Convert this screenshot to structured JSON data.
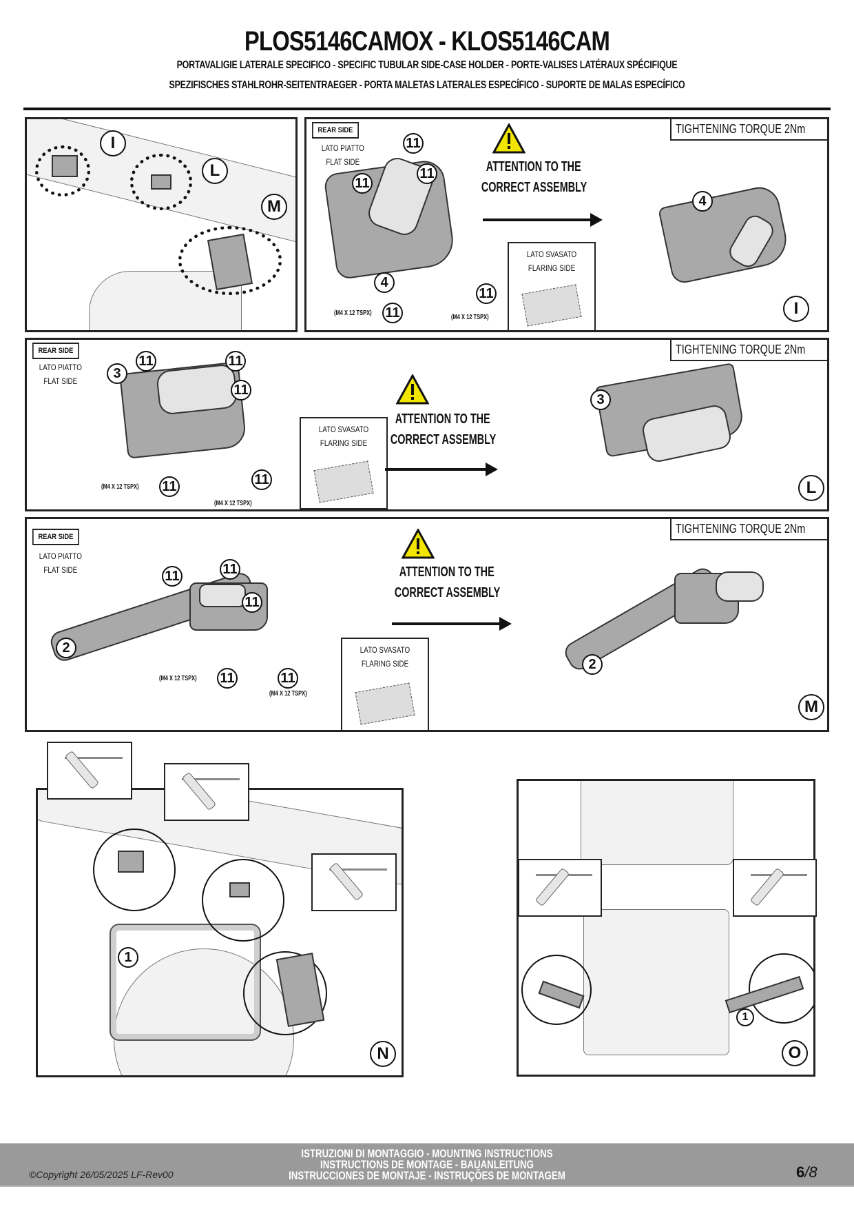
{
  "header": {
    "title": "PLOS5146CAMOX - KLOS5146CAM",
    "subtitle_line1": "PORTAVALIGIE LATERALE SPECIFICO  -  SPECIFIC TUBULAR SIDE-CASE HOLDER  - PORTE-VALISES LATÉRAUX SPÉCIFIQUE",
    "subtitle_line2": "SPEZIFISCHES STAHLROHR-SEITENTRAEGER - PORTA MALETAS LATERALES ESPECÍFICO - SUPORTE DE MALAS ESPECÍFICO"
  },
  "overview": {
    "markers": [
      "I",
      "L",
      "M"
    ]
  },
  "steps": [
    {
      "id": "I",
      "rear_side": "REAR SIDE",
      "flat_side_it": "LATO PIATTO",
      "flat_side_en": "FLAT SIDE",
      "flaring_side_it": "LATO SVASATO",
      "flaring_side_en": "FLARING SIDE",
      "part_number": "4",
      "fastener_number": "11",
      "bolt_spec": "(M4 X 12 TSPX)",
      "warning_line1": "ATTENTION TO THE",
      "warning_line2": "CORRECT ASSEMBLY",
      "torque": "TIGHTENING TORQUE 2Nm"
    },
    {
      "id": "L",
      "rear_side": "REAR SIDE",
      "flat_side_it": "LATO PIATTO",
      "flat_side_en": "FLAT SIDE",
      "flaring_side_it": "LATO SVASATO",
      "flaring_side_en": "FLARING SIDE",
      "part_number": "3",
      "fastener_number": "11",
      "bolt_spec": "(M4 X 12 TSPX)",
      "warning_line1": "ATTENTION TO THE",
      "warning_line2": "CORRECT ASSEMBLY",
      "torque": "TIGHTENING TORQUE 2Nm"
    },
    {
      "id": "M",
      "rear_side": "REAR SIDE",
      "flat_side_it": "LATO PIATTO",
      "flat_side_en": "FLAT SIDE",
      "flaring_side_it": "LATO SVASATO",
      "flaring_side_en": "FLARING SIDE",
      "part_number": "2",
      "fastener_number": "11",
      "bolt_spec": "(M4 X 12 TSPX)",
      "warning_line1": "ATTENTION TO THE",
      "warning_line2": "CORRECT ASSEMBLY",
      "torque": "TIGHTENING TORQUE 2Nm"
    }
  ],
  "figure_n": {
    "id": "N",
    "part_number": "1"
  },
  "figure_o": {
    "id": "O",
    "part_number": "1"
  },
  "colors": {
    "warning_yellow": "#f2e600",
    "footer_gray": "#9a9a9a",
    "part_gray": "#a9a9a9"
  },
  "footer": {
    "copyright": "©Copyright 26/05/2025 LF-Rev00",
    "line1": "ISTRUZIONI DI MONTAGGIO  -  MOUNTING INSTRUCTIONS",
    "line2": "INSTRUCTIONS DE MONTAGE - BAUANLEITUNG",
    "line3": "INSTRUCCIONES DE MONTAJE - INSTRUÇÕES DE MONTAGEM",
    "page_current": "6",
    "page_total": "/8"
  }
}
